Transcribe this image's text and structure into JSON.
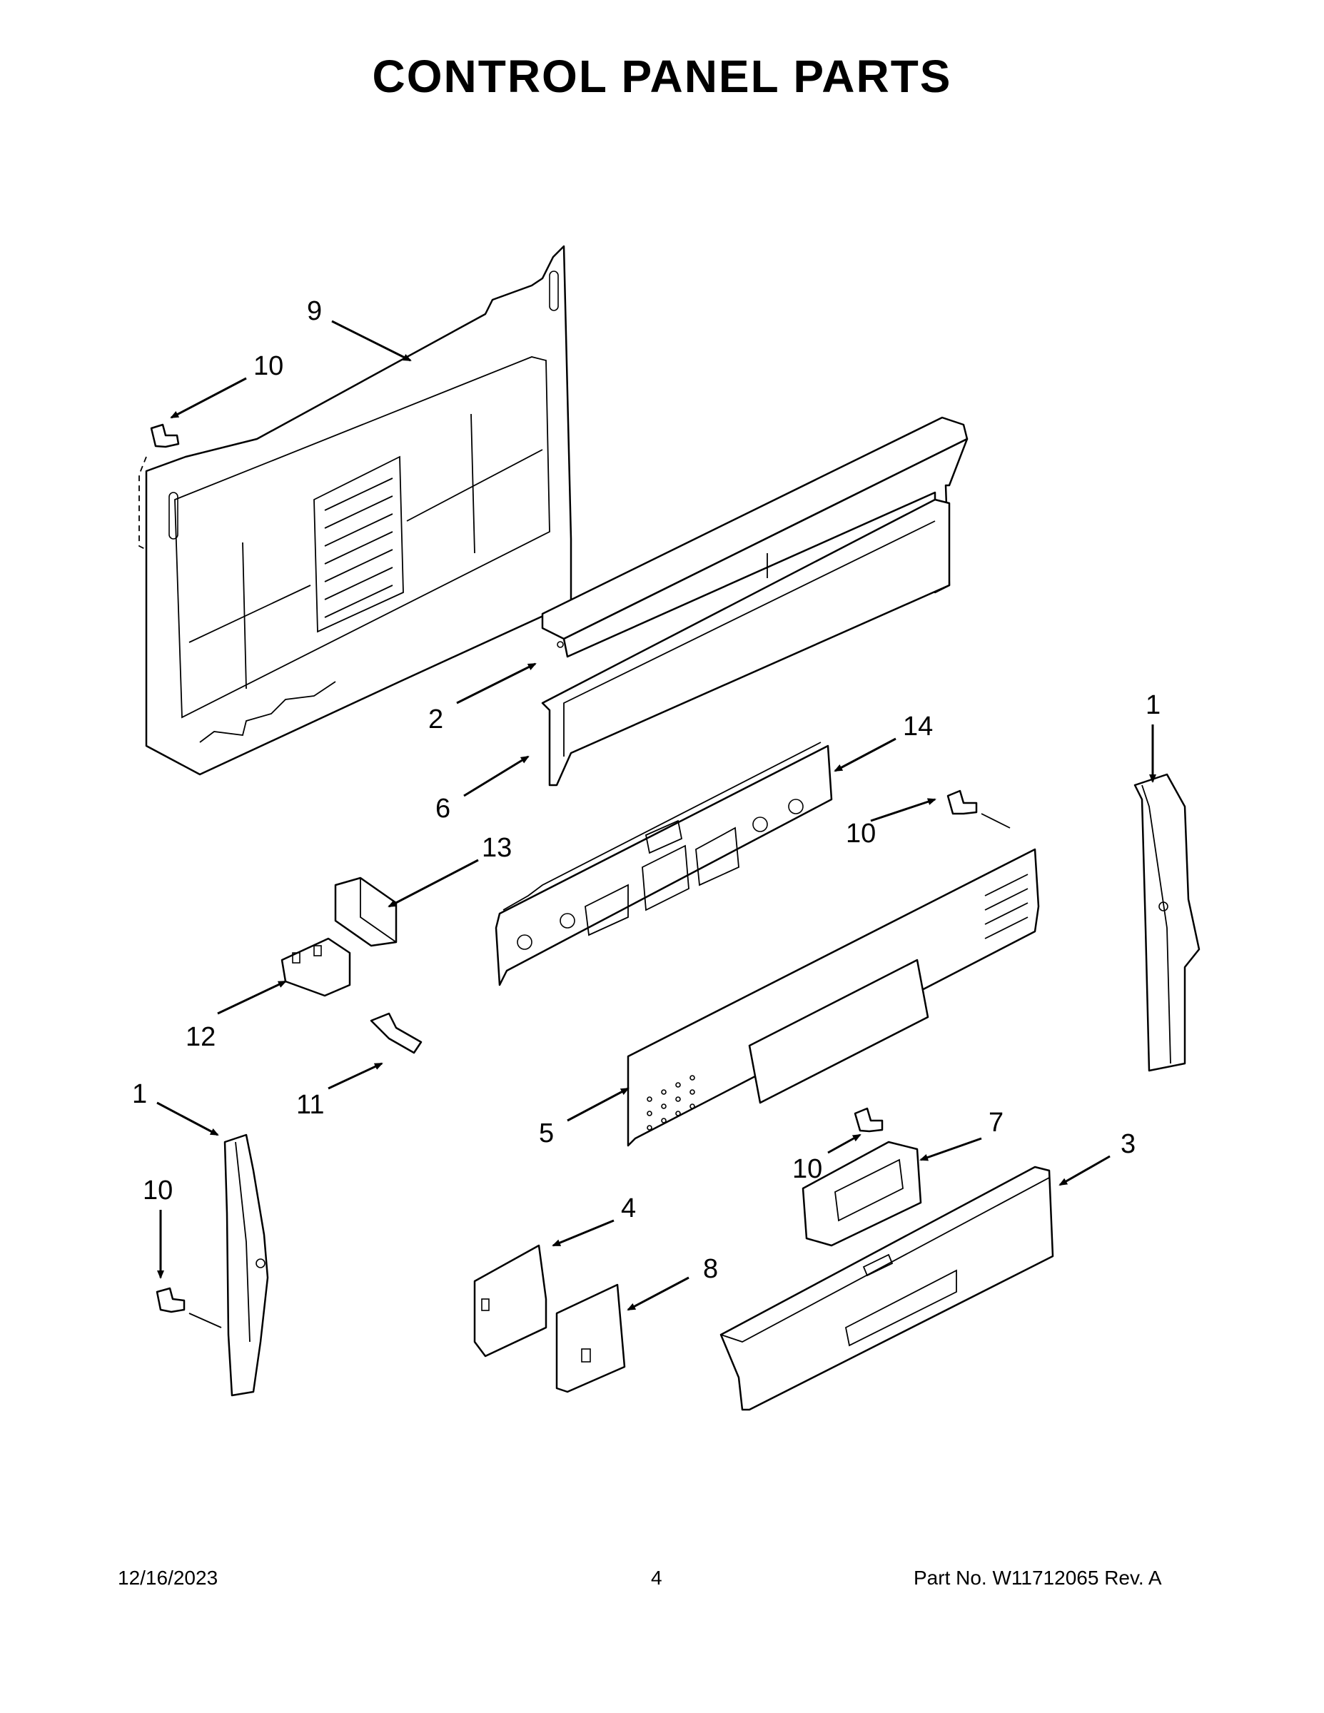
{
  "title": "CONTROL PANEL PARTS",
  "callouts": [
    "1",
    "1",
    "2",
    "3",
    "4",
    "5",
    "6",
    "7",
    "8",
    "9",
    "10",
    "10",
    "10",
    "10",
    "11",
    "12",
    "13",
    "14"
  ],
  "footer": {
    "date": "12/16/2023",
    "page": "4",
    "part_no": "Part No.  W11712065  Rev.  A"
  }
}
